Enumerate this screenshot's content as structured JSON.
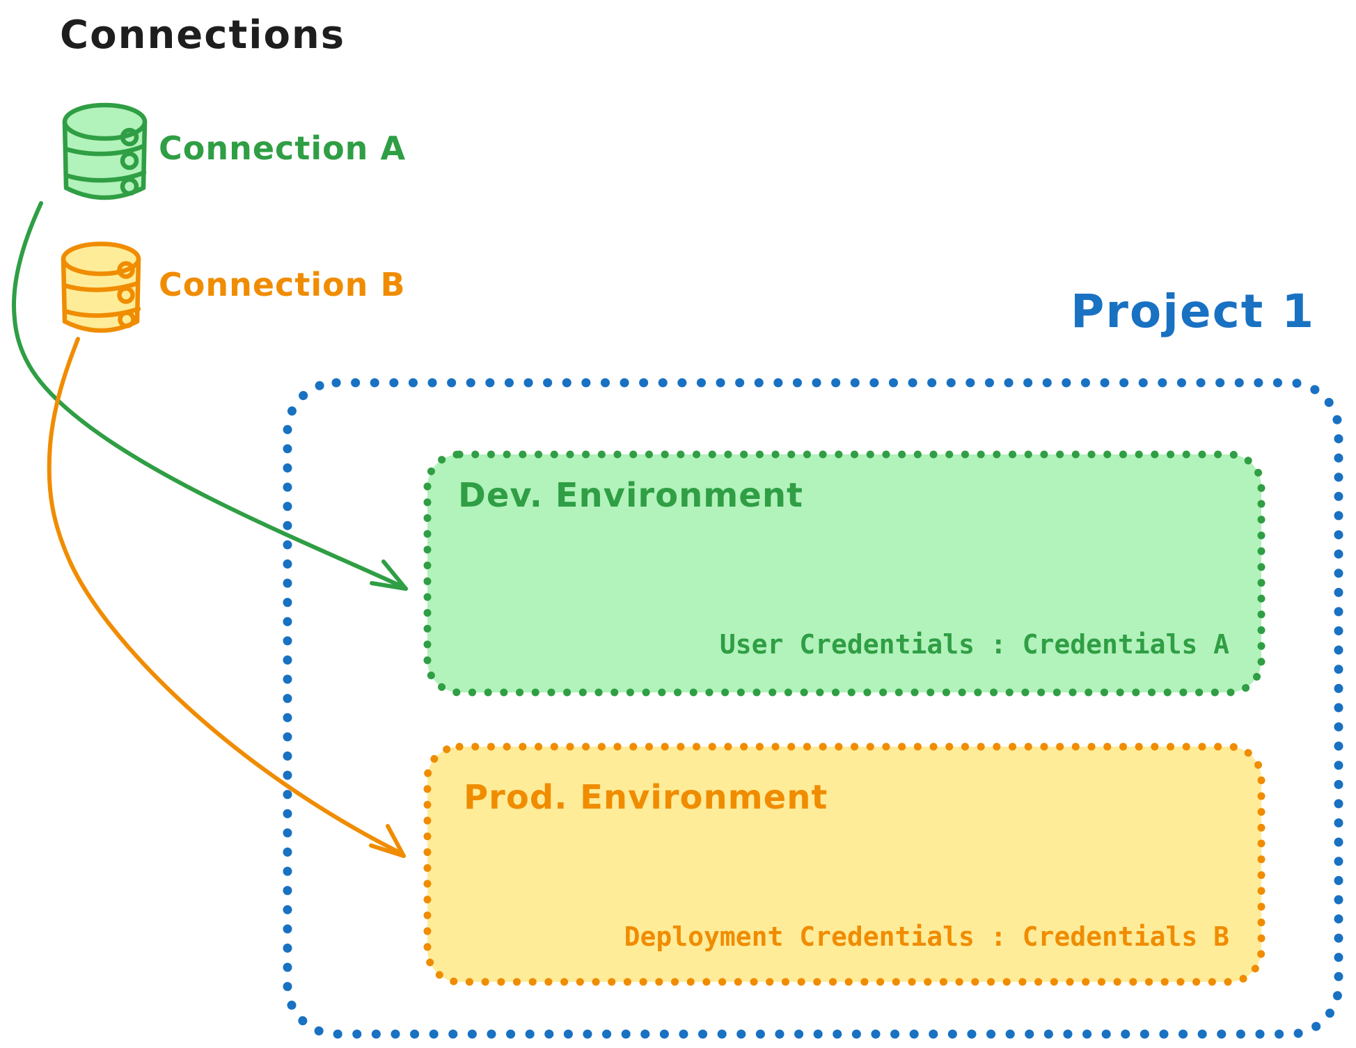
{
  "diagram": {
    "title": "Connections",
    "connections": [
      {
        "label": "Connection A",
        "color": "#2f9e44",
        "fill": "#b2f2bb",
        "icon": "database-icon"
      },
      {
        "label": "Connection B",
        "color": "#f08c00",
        "fill": "#ffec99",
        "icon": "database-icon"
      }
    ],
    "project": {
      "title": "Project 1",
      "color": "#1971c2",
      "environments": [
        {
          "name": "Dev. Environment",
          "credentials_label": "User Credentials : Credentials A",
          "color": "#2f9e44",
          "fill": "#b2f2bb",
          "linked_connection": "Connection A"
        },
        {
          "name": "Prod. Environment",
          "credentials_label": "Deployment Credentials : Credentials B",
          "color": "#f08c00",
          "fill": "#ffec99",
          "linked_connection": "Connection B"
        }
      ]
    }
  }
}
